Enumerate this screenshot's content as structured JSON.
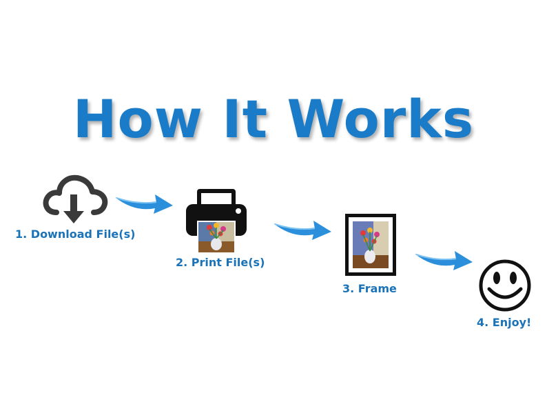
{
  "title": "How It Works",
  "steps": [
    {
      "label": "1. Download File(s)",
      "icon": "cloud-download-icon"
    },
    {
      "label": "2. Print File(s)",
      "icon": "printer-icon"
    },
    {
      "label": "3. Frame",
      "icon": "framed-painting-icon"
    },
    {
      "label": "4. Enjoy!",
      "icon": "smiley-face-icon"
    }
  ],
  "colors": {
    "title": "#1a7cc8",
    "labels": "#1a73b8",
    "arrows": "#2b8fdc",
    "icons": "#111111"
  }
}
